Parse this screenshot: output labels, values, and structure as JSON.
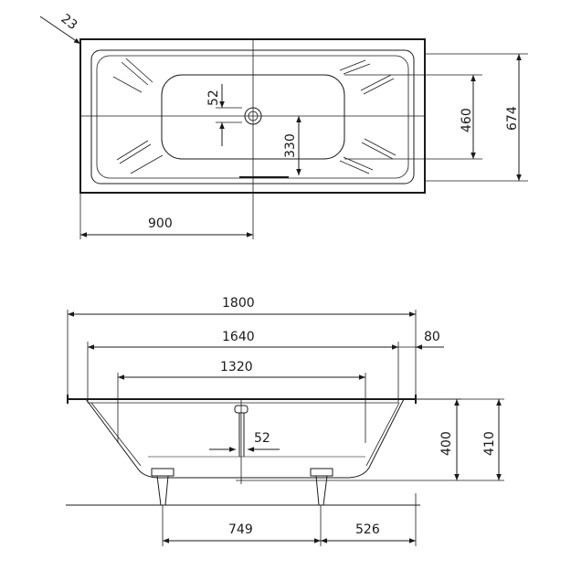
{
  "diagram": {
    "stroke_color": "#1a1a1a",
    "background": "#ffffff",
    "top_view": {
      "labels": {
        "corner_radius": "23",
        "drain_offset": "52",
        "drain_to_edge": "330",
        "inner_width": "460",
        "outer_width": "674",
        "half_length": "900"
      }
    },
    "side_view": {
      "labels": {
        "overall_length": "1800",
        "rim_length": "1640",
        "bottom_length": "1320",
        "rim_width": "80",
        "drain_offset": "52",
        "inner_depth": "400",
        "overall_height": "410",
        "leg_spacing": "749",
        "leg_to_end": "526"
      }
    }
  }
}
